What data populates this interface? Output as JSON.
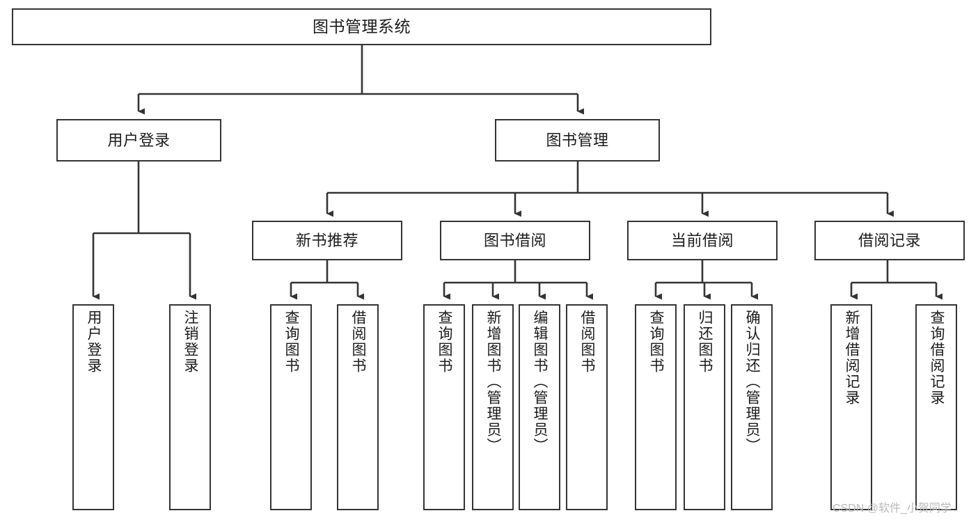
{
  "diagram": {
    "title": "图书管理系统",
    "type": "hierarchy-tree",
    "stroke_color": "#343434",
    "text_color": "#1b1b1b",
    "background_color": "#ffffff",
    "nodes": {
      "root": {
        "label": "图书管理系统"
      },
      "level2": [
        {
          "label": "用户登录"
        },
        {
          "label": "图书管理"
        }
      ],
      "level3": [
        {
          "label": "新书推荐"
        },
        {
          "label": "图书借阅"
        },
        {
          "label": "当前借阅"
        },
        {
          "label": "借阅记录"
        }
      ],
      "leaves": {
        "user_login": [
          {
            "label": "用户登录"
          },
          {
            "label": "注销登录"
          }
        ],
        "new_book_recommend": [
          {
            "label": "查询图书"
          },
          {
            "label": "借阅图书"
          }
        ],
        "book_borrow": [
          {
            "label": "查询图书"
          },
          {
            "label": "新增图书（管理员）"
          },
          {
            "label": "编辑图书（管理员）"
          },
          {
            "label": "借阅图书"
          }
        ],
        "current_borrow": [
          {
            "label": "查询图书"
          },
          {
            "label": "归还图书"
          },
          {
            "label": "确认归还（管理员）"
          }
        ],
        "borrow_record": [
          {
            "label": "新增借阅记录"
          },
          {
            "label": "查询借阅记录"
          }
        ]
      }
    },
    "watermark": "CSDN @软件_小贺同学"
  }
}
